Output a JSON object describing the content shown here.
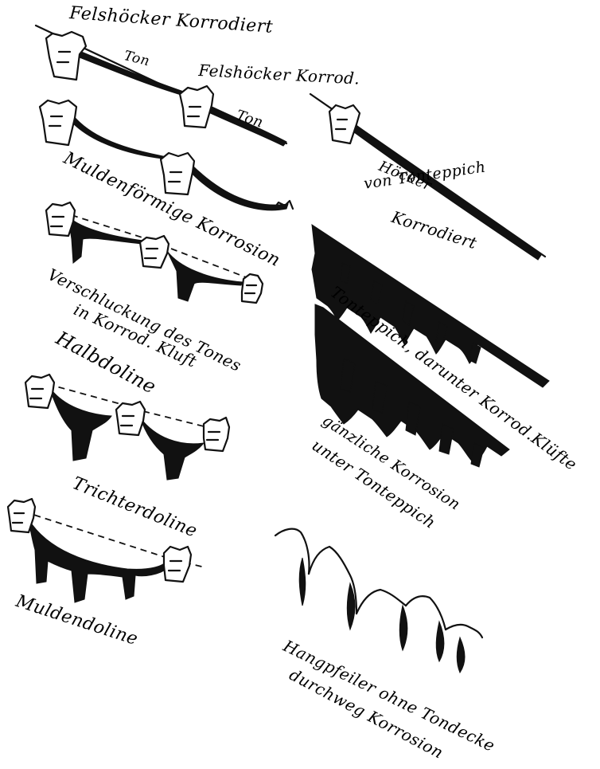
{
  "labels": {
    "felshoecker_korrodiert": "Felshöcker Korrodiert",
    "ton_1": "Ton",
    "felshoecker_korrod": "Felshöcker Korrod.",
    "ton_2": "Ton",
    "muldenfoermige_korrosion": "Muldenförmige Korrosion",
    "hoecker_label": "Höcker",
    "von_tonteppich": "von Tonteppich",
    "korrodiert": "Korrodiert",
    "verschluckung_line1": "Verschluckung des Tones",
    "verschluckung_line2": "in Korrod. Kluft",
    "halbdoline": "Halbdoline",
    "tonteppich_klufte": "Tonteppich, darunter Korrod.Klüfte",
    "gaenzliche_korrosion": "gänzliche Korrosion",
    "unter_tonteppich": "unter Tonteppich",
    "trichterdoline": "Trichterdoline",
    "muldendoline": "Muldendoline",
    "hangpfeiler_line1": "Hangpfeiler ohne Tondecke",
    "hangpfeiler_line2": "durchweg Korrosion"
  }
}
